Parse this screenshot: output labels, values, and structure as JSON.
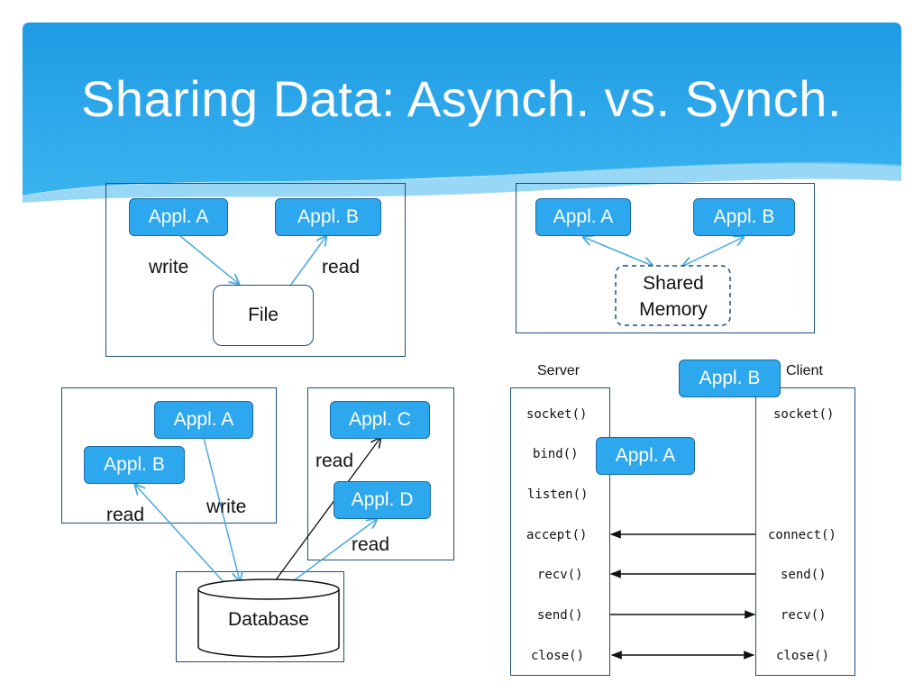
{
  "title": "Sharing Data: Asynch. vs. Synch.",
  "colors": {
    "header": "#2da8ee",
    "appl_fill": "#2da8ee",
    "appl_border": "#1b6aa3",
    "frame": "#1f4f7a",
    "arrow": "#4aa9dd"
  },
  "file_diagram": {
    "appl_a": "Appl. A",
    "appl_b": "Appl. B",
    "write": "write",
    "read": "read",
    "file": "File"
  },
  "shared_memory_diagram": {
    "appl_a": "Appl. A",
    "appl_b": "Appl. B",
    "memory": "Shared Memory"
  },
  "database_diagram": {
    "appl_a": "Appl. A",
    "appl_b": "Appl. B",
    "appl_c": "Appl. C",
    "appl_d": "Appl. D",
    "read_b": "read",
    "write_a": "write",
    "read_c": "read",
    "read_d": "read",
    "database": "Database"
  },
  "socket_diagram": {
    "server": "Server",
    "client": "Client",
    "appl_a": "Appl. A",
    "appl_b": "Appl. B",
    "server_calls": [
      "socket()",
      "bind()",
      "listen()",
      "accept()",
      "recv()",
      "send()",
      "close()"
    ],
    "client_calls": [
      "socket()",
      "connect()",
      "send()",
      "recv()",
      "close()"
    ]
  }
}
